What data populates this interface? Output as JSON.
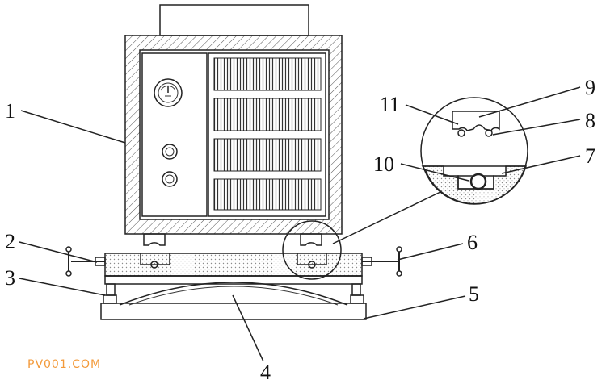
{
  "callouts": [
    "1",
    "2",
    "3",
    "4",
    "5",
    "6",
    "7",
    "8",
    "9",
    "10",
    "11"
  ],
  "watermark": "PV001.COM",
  "colors": {
    "line": "#222222",
    "hatch": "#555555",
    "dots": "#9a9a9a",
    "watermark": "#f39a3a"
  }
}
